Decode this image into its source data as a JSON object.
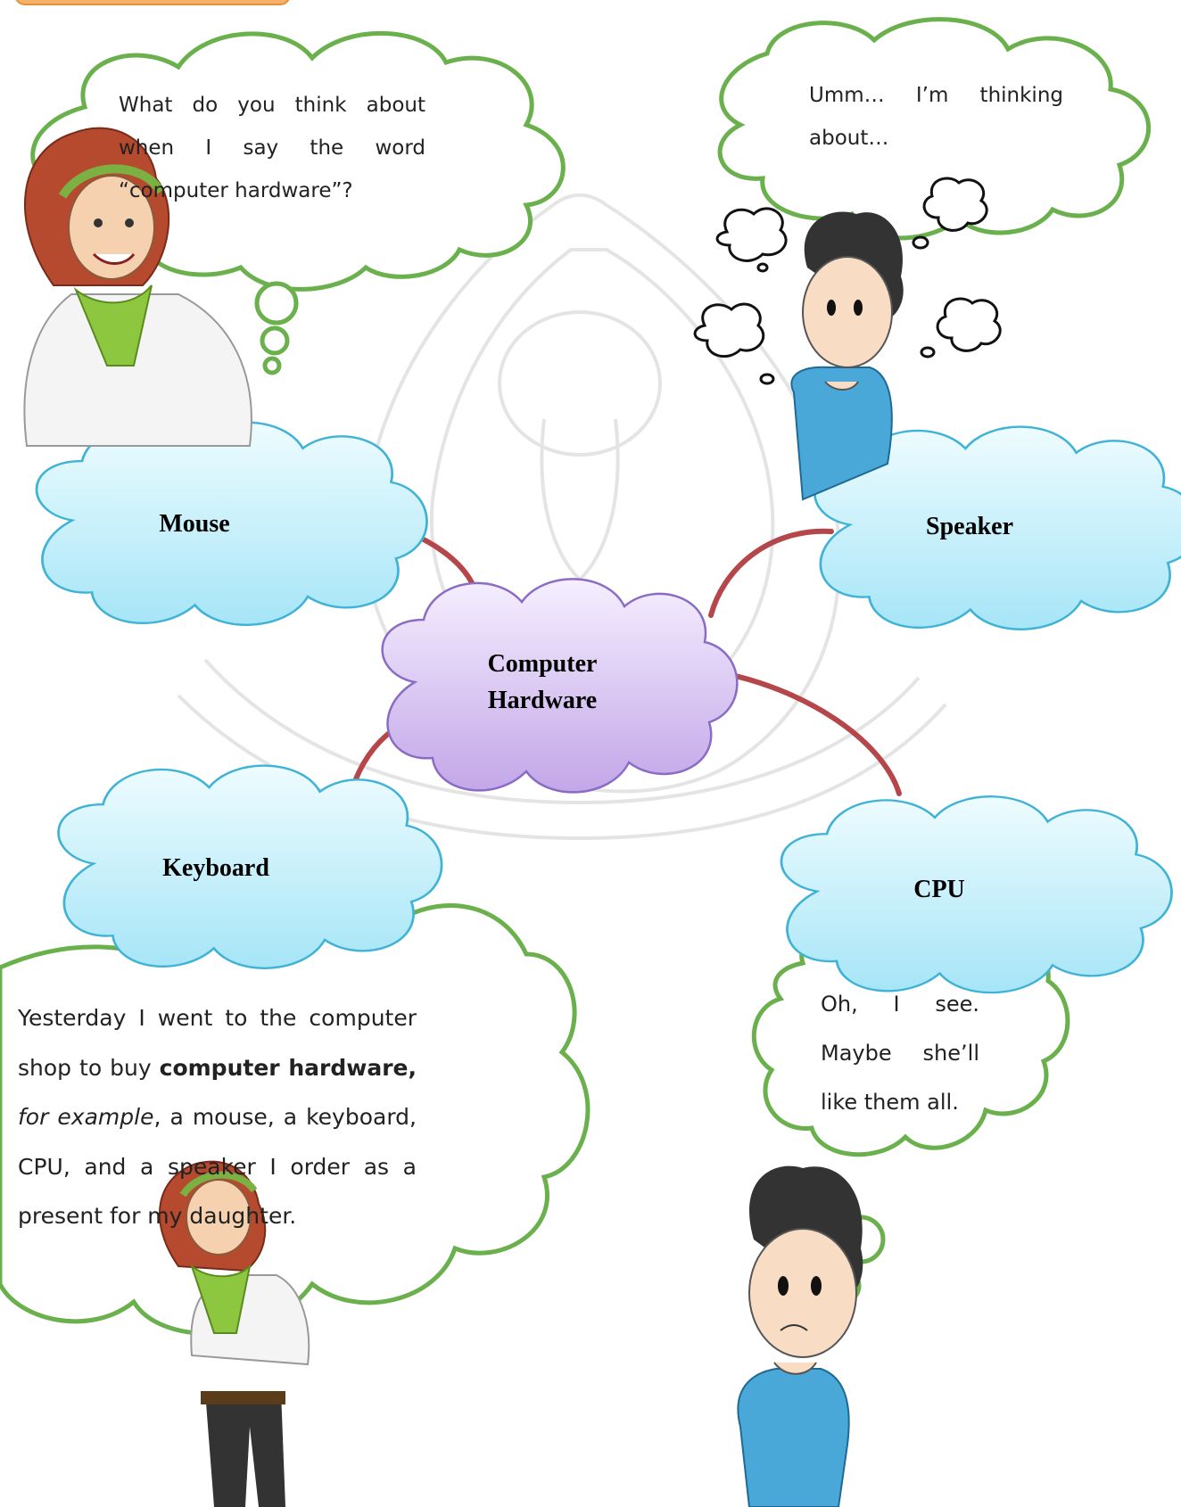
{
  "speech": {
    "teacher_question": "What do you think about when I say the word “computer hardware”?",
    "boy_thinking": "Umm… I’m thinking about…",
    "teacher_story_1": "Yesterday I went to the computer shop to buy ",
    "teacher_story_bold": "computer hardware,",
    "teacher_story_italic": "for example",
    "teacher_story_2": ", a mouse, a keyboard, CPU, and a speaker I order as a present for my daughter.",
    "boy_reply": "Oh, I see. Maybe she’ll like them all."
  },
  "mindmap": {
    "center_line1": "Computer",
    "center_line2": "Hardware",
    "nodes": [
      "Mouse",
      "Speaker",
      "Keyboard",
      "CPU"
    ]
  },
  "colors": {
    "speech_outline": "#6ab04c",
    "node_fill_top": "#e8fbff",
    "node_fill_bottom": "#a8e6f7",
    "node_outline": "#3fb3d6",
    "center_fill_top": "#f3ecff",
    "center_fill_bottom": "#c5a9ea",
    "center_outline": "#8a6cc4",
    "connector": "#b5474a"
  }
}
